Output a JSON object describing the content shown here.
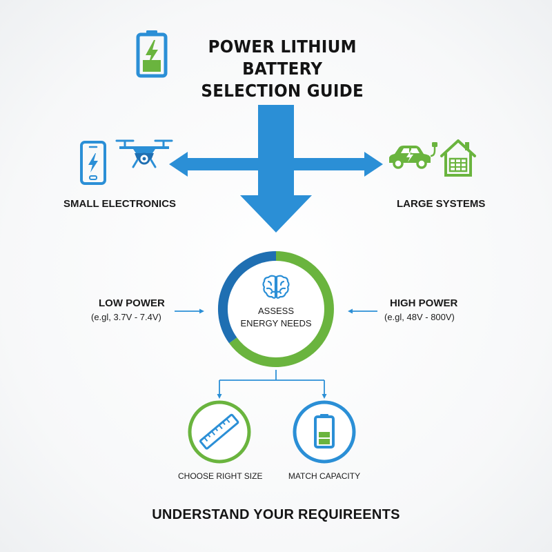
{
  "title": {
    "line1": "POWER LITHIUM BATTERY",
    "line2": "SELECTION GUIDE"
  },
  "categories": {
    "left": "SMALL ELECTRONICS",
    "right": "LARGE SYSTEMS"
  },
  "power": {
    "low_title": "LOW POWER",
    "low_range": "(e.gl, 3.7V - 7.4V)",
    "high_title": "HIGH POWER",
    "high_range": "(e.gl, 48V - 800V)"
  },
  "center": {
    "line1": "ASSESS",
    "line2": "ENERGY NEEDS"
  },
  "steps": {
    "size": "CHOOSE RIGHT SIZE",
    "capacity": "MATCH CAPACITY"
  },
  "footer": "UNDERSTAND YOUR REQUIREENTS",
  "colors": {
    "blue": "#2b8fd6",
    "dark_blue": "#1f6fb2",
    "green": "#6ab43e"
  },
  "icons": [
    "battery-icon",
    "phone-icon",
    "drone-icon",
    "electric-car-icon",
    "solar-house-icon",
    "brain-icon",
    "ruler-icon",
    "battery-level-icon"
  ]
}
